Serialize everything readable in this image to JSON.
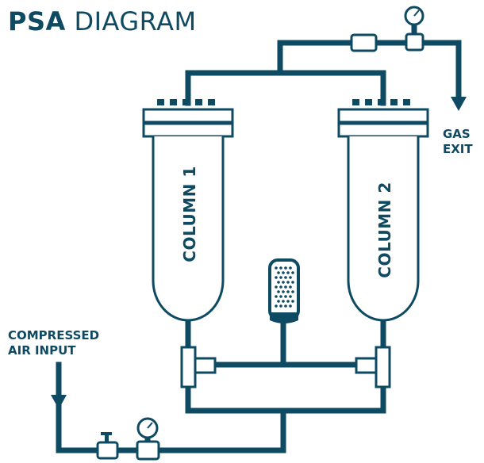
{
  "title": {
    "bold": "PSA",
    "light": "DIAGRAM"
  },
  "labels": {
    "gas_exit_line1": "GAS",
    "gas_exit_line2": "EXIT",
    "air_input_line1": "COMPRESSED",
    "air_input_line2": "AIR INPUT"
  },
  "columns": [
    {
      "label": "COLUMN 1"
    },
    {
      "label": "COLUMN 2"
    }
  ],
  "colors": {
    "primary": "#0f4a63",
    "background": "#ffffff"
  }
}
